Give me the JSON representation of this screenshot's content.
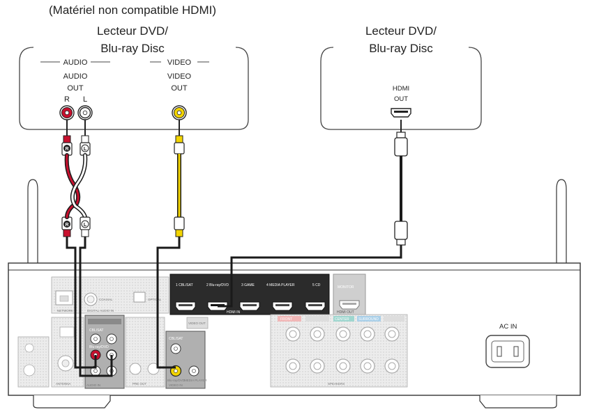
{
  "left_device": {
    "note": "(Matériel non compatible HDMI)",
    "title_line1": "Lecteur DVD/",
    "title_line2": "Blu-ray Disc",
    "audio_header": "AUDIO",
    "video_header": "VIDEO",
    "audio_out_line1": "AUDIO",
    "audio_out_line2": "OUT",
    "channel_r": "R",
    "channel_l": "L",
    "video_out_line1": "VIDEO",
    "video_out_line2": "OUT"
  },
  "right_device": {
    "title_line1": "Lecteur DVD/",
    "title_line2": "Blu-ray Disc",
    "hdmi_out_line1": "HDMI",
    "hdmi_out_line2": "OUT"
  },
  "plug_labels": {
    "right": "R",
    "left": "L"
  },
  "receiver": {
    "hdmi_inputs": [
      "1 CBL/SAT",
      "2 Blu-ray/DVD",
      "3 GAME",
      "4 MEDIA PLAYER",
      "5 CD"
    ],
    "hdmi_in_label": "HDMI IN",
    "monitor_label": "MONITOR",
    "hdmi_out_label": "HDMI OUT",
    "network_label": "NETWORK",
    "digital_audio_label": "DIGITAL AUDIO IN",
    "coaxial_label": "COAXIAL",
    "optical_label": "OPTICAL",
    "antenna_label": "ANTENNA",
    "audio_in_label": "AUDIO IN",
    "pre_out_label": "PRE OUT",
    "video_in_label": "VIDEO IN",
    "video_out_label": "VIDEO OUT",
    "cbl_sat_label": "CBL/SAT",
    "bluray_label": "Blu-ray/DVD",
    "media_player_label": "MEDIA PLAYER",
    "speaker_front": "FRONT",
    "speaker_center": "CENTER",
    "speaker_surround": "SURROUND",
    "speakers_label": "SPEAKERS",
    "ac_in_label": "AC IN"
  },
  "colors": {
    "audio_red": "#c8102e",
    "video_yellow": "#f2d400",
    "cable_black": "#1a1a1a",
    "panel_dark": "#2b2b2b",
    "line_gray": "#555555"
  }
}
